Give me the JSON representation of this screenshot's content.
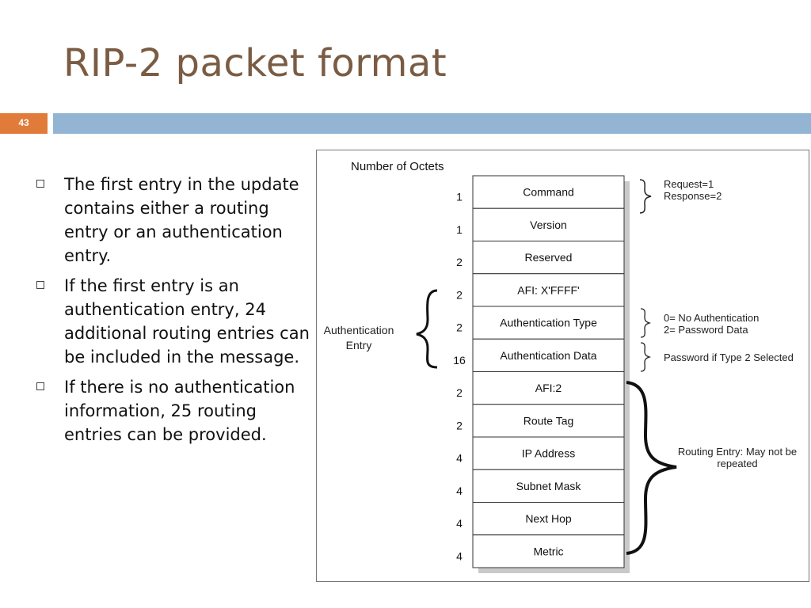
{
  "slide": {
    "title": "RIP-2 packet format",
    "number": "43"
  },
  "bullets": [
    "The first entry in the update contains either a routing entry or an authentication entry.",
    "If the first entry is an authentication entry, 24 additional routing entries can be included in the message.",
    "If there is no authentication information, 25 routing entries can be provided."
  ],
  "diagram": {
    "octets_header": "Number of Octets",
    "fields": [
      {
        "label": "Command",
        "octets": "1"
      },
      {
        "label": "Version",
        "octets": "1"
      },
      {
        "label": "Reserved",
        "octets": "2"
      },
      {
        "label": "AFI: X'FFFF'",
        "octets": "2"
      },
      {
        "label": "Authentication Type",
        "octets": "2"
      },
      {
        "label": "Authentication Data",
        "octets": "16"
      },
      {
        "label": "AFI:2",
        "octets": "2"
      },
      {
        "label": "Route Tag",
        "octets": "2"
      },
      {
        "label": "IP Address",
        "octets": "4"
      },
      {
        "label": "Subnet Mask",
        "octets": "4"
      },
      {
        "label": "Next Hop",
        "octets": "4"
      },
      {
        "label": "Metric",
        "octets": "4"
      }
    ],
    "annotations": {
      "command_line1": "Request=1",
      "command_line2": "Response=2",
      "auth_type_line1": "0= No Authentication",
      "auth_type_line2": "2= Password Data",
      "auth_data": "Password if Type 2 Selected",
      "routing_line1": "Routing Entry: May not be",
      "routing_line2": "repeated",
      "auth_entry_line1": "Authentication",
      "auth_entry_line2": "Entry"
    }
  },
  "colors": {
    "title": "#7a5c44",
    "slide_number_bg": "#e07b39",
    "header_bar": "#93b5d3"
  }
}
